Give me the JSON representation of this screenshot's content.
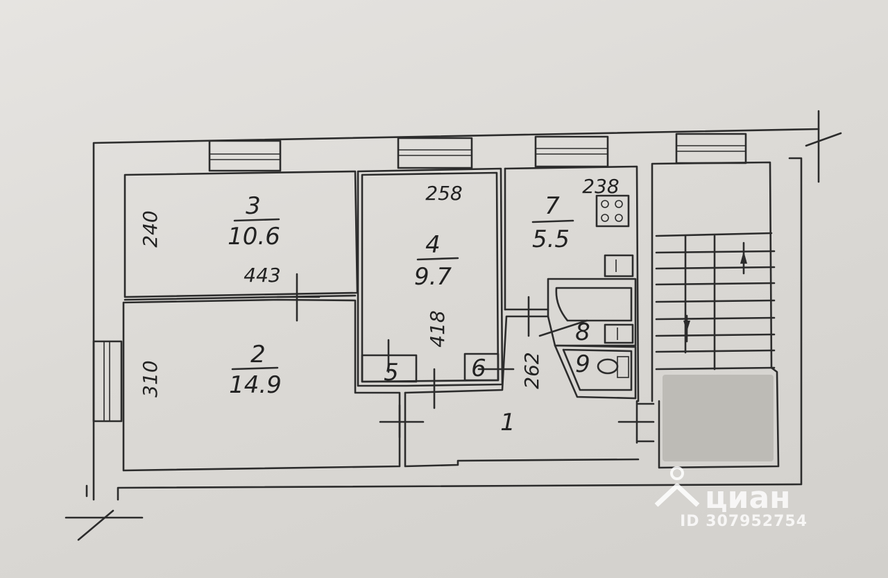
{
  "rooms": [
    {
      "number": "1"
    },
    {
      "number": "2",
      "area": "14.9"
    },
    {
      "number": "3",
      "area": "10.6"
    },
    {
      "number": "4",
      "area": "9.7"
    },
    {
      "number": "5"
    },
    {
      "number": "6"
    },
    {
      "number": "7",
      "area": "5.5"
    },
    {
      "number": "8"
    },
    {
      "number": "9"
    }
  ],
  "dimensions": {
    "room3_width": "443",
    "room3_depth": "240",
    "room2_depth": "310",
    "room4_width": "258",
    "room4_depth": "418",
    "room7_width": "238",
    "corridor_depth": "262"
  },
  "watermark": {
    "brand": "циан",
    "listing_id": "ID 307952754"
  },
  "colors": {
    "paper": "#dcdad6",
    "ink": "#2c2c2c",
    "stair_blur": "#b9b6b2",
    "watermark": "#ffffff"
  }
}
